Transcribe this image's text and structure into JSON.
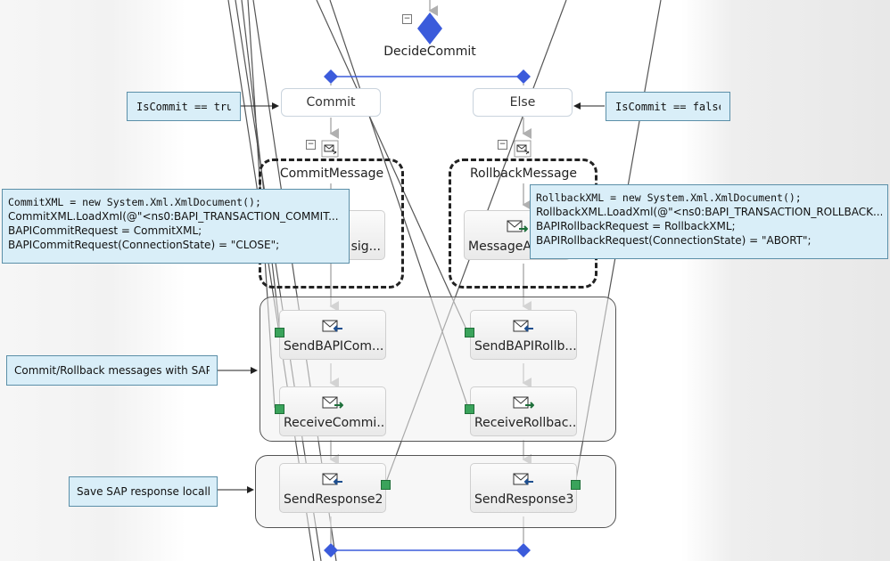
{
  "decide_shape": {
    "title": "DecideCommit"
  },
  "branches": {
    "commit": "Commit",
    "else": "Else"
  },
  "construct": {
    "commit": "CommitMessage",
    "rollback": "RollbackMessage"
  },
  "assign_shapes": {
    "commit_partial": "sig...",
    "rollback": "MessageA..."
  },
  "send_receive": {
    "send_commit": "SendBAPICom...",
    "send_rollback": "SendBAPIRollb...",
    "receive_commit": "ReceiveCommi...",
    "receive_rollback": "ReceiveRollbac..."
  },
  "responses": {
    "left": "SendResponse2",
    "right": "SendResponse3"
  },
  "annotations": {
    "is_commit_true": "IsCommit == true",
    "is_commit_false": "IsCommit == false",
    "commit_code": [
      "CommitXML = new System.Xml.XmlDocument();",
      "CommitXML.LoadXml(@\"<ns0:BAPI_TRANSACTION_COMMIT...",
      "BAPICommitRequest = CommitXML;",
      "BAPICommitRequest(ConnectionState) = \"CLOSE\";"
    ],
    "rollback_code": [
      "RollbackXML = new System.Xml.XmlDocument();",
      "RollbackXML.LoadXml(@\"<ns0:BAPI_TRANSACTION_ROLLBACK...",
      "BAPIRollbackRequest = RollbackXML;",
      "BAPIRollbackRequest(ConnectionState) = \"ABORT\";"
    ],
    "commit_rollback_sap": "Commit/Rollback messages with SAP",
    "save_response": "Save SAP response locally"
  },
  "colors": {
    "diamond": "#3b5bdb",
    "port": "#3aa35b",
    "note_bg": "#d9eef8",
    "note_border": "#5b8fa8"
  }
}
